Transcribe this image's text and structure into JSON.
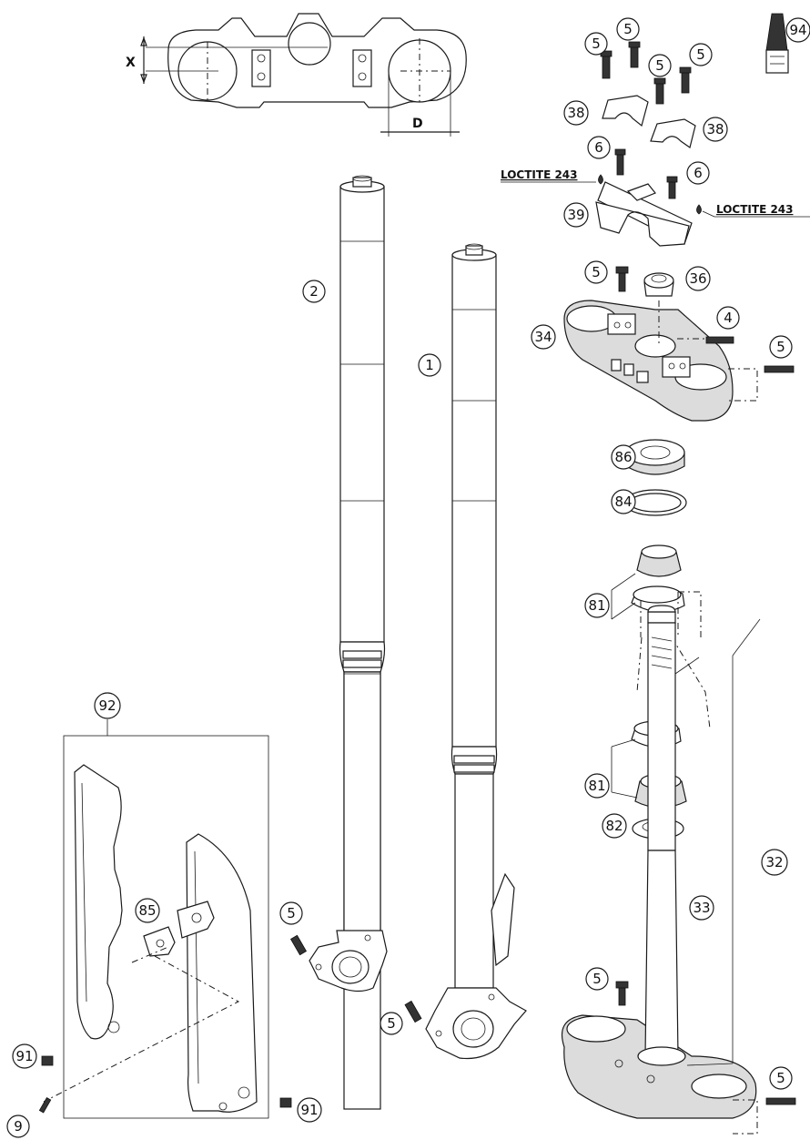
{
  "dimensions": {
    "x_label": "X",
    "d_label": "D"
  },
  "loctite": {
    "left": "LOCTITE 243",
    "right": "LOCTITE 243"
  },
  "callouts": {
    "c94": "94",
    "c5a": "5",
    "c5b": "5",
    "c5c": "5",
    "c5d": "5",
    "c38a": "38",
    "c38b": "38",
    "c6a": "6",
    "c6b": "6",
    "c39": "39",
    "c5e": "5",
    "c36": "36",
    "c4": "4",
    "c34": "34",
    "c5f": "5",
    "c2": "2",
    "c1": "1",
    "c86": "86",
    "c84": "84",
    "c81a": "81",
    "c81b": "81",
    "c82": "82",
    "c92": "92",
    "c85": "85",
    "c5g": "5",
    "c5h": "5",
    "c32": "32",
    "c33": "33",
    "c5i": "5",
    "c5j": "5",
    "c91a": "91",
    "c91b": "91",
    "c9": "9"
  }
}
